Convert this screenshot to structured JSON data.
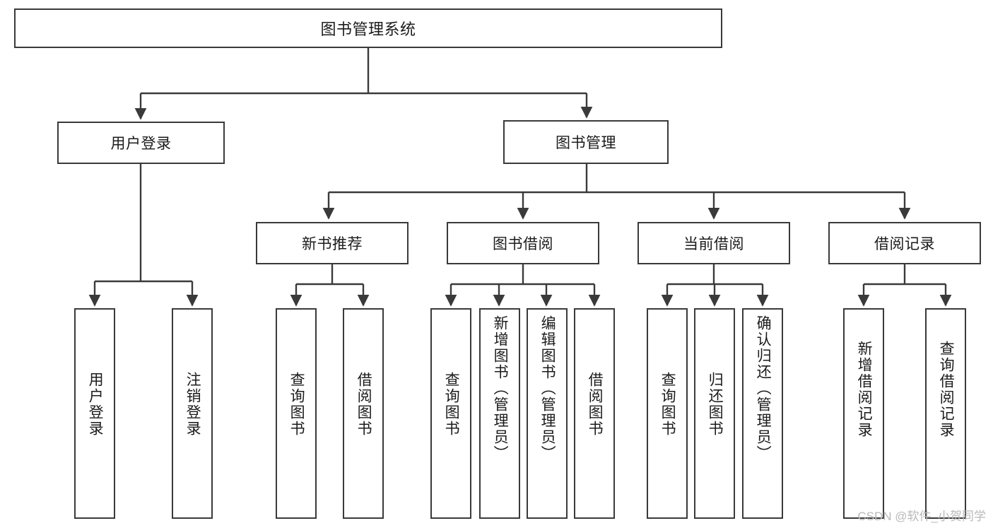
{
  "diagram": {
    "title": "图书管理系统",
    "type": "tree",
    "watermark": "CSDN @软件_小贺同学",
    "colors": {
      "stroke": "#3a3a3a",
      "fill": "#ffffff",
      "text": "#1b1b1b",
      "watermark": "#b9b9b9",
      "background": "#ffffff"
    }
  },
  "nodes": {
    "root": {
      "label": "图书管理系统",
      "level": 0,
      "orientation": "horizontal"
    },
    "user_login": {
      "label": "用户登录",
      "level": 1,
      "orientation": "horizontal"
    },
    "book_manage": {
      "label": "图书管理",
      "level": 1,
      "orientation": "horizontal"
    },
    "new_book_rec": {
      "label": "新书推荐",
      "level": 2,
      "orientation": "horizontal"
    },
    "book_borrow": {
      "label": "图书借阅",
      "level": 2,
      "orientation": "horizontal"
    },
    "current_borrow": {
      "label": "当前借阅",
      "level": 2,
      "orientation": "horizontal"
    },
    "borrow_record": {
      "label": "借阅记录",
      "level": 2,
      "orientation": "horizontal"
    },
    "leaf_user_login": {
      "label": "用户登录",
      "level": 2,
      "orientation": "vertical"
    },
    "leaf_logout": {
      "label": "注销登录",
      "level": 2,
      "orientation": "vertical"
    },
    "leaf_rec_query_book": {
      "label": "查询图书",
      "level": 3,
      "orientation": "vertical"
    },
    "leaf_rec_borrow_book": {
      "label": "借阅图书",
      "level": 3,
      "orientation": "vertical"
    },
    "leaf_bb_query_book": {
      "label": "查询图书",
      "level": 3,
      "orientation": "vertical"
    },
    "leaf_bb_add_book": {
      "label": "新增图书（管理员）",
      "level": 3,
      "orientation": "vertical"
    },
    "leaf_bb_edit_book": {
      "label": "编辑图书（管理员）",
      "level": 3,
      "orientation": "vertical"
    },
    "leaf_bb_borrow_book": {
      "label": "借阅图书",
      "level": 3,
      "orientation": "vertical"
    },
    "leaf_cb_query_book": {
      "label": "查询图书",
      "level": 3,
      "orientation": "vertical"
    },
    "leaf_cb_return_book": {
      "label": "归还图书",
      "level": 3,
      "orientation": "vertical"
    },
    "leaf_cb_confirm_return": {
      "label": "确认归还（管理员）",
      "level": 3,
      "orientation": "vertical"
    },
    "leaf_br_add_record": {
      "label": "新增借阅记录",
      "level": 3,
      "orientation": "vertical"
    },
    "leaf_br_query_record": {
      "label": "查询借阅记录",
      "level": 3,
      "orientation": "vertical"
    }
  },
  "edges": [
    {
      "from": "root",
      "to": "user_login"
    },
    {
      "from": "root",
      "to": "book_manage"
    },
    {
      "from": "user_login",
      "to": "leaf_user_login"
    },
    {
      "from": "user_login",
      "to": "leaf_logout"
    },
    {
      "from": "book_manage",
      "to": "new_book_rec"
    },
    {
      "from": "book_manage",
      "to": "book_borrow"
    },
    {
      "from": "book_manage",
      "to": "current_borrow"
    },
    {
      "from": "book_manage",
      "to": "borrow_record"
    },
    {
      "from": "new_book_rec",
      "to": "leaf_rec_query_book"
    },
    {
      "from": "new_book_rec",
      "to": "leaf_rec_borrow_book"
    },
    {
      "from": "book_borrow",
      "to": "leaf_bb_query_book"
    },
    {
      "from": "book_borrow",
      "to": "leaf_bb_add_book"
    },
    {
      "from": "book_borrow",
      "to": "leaf_bb_edit_book"
    },
    {
      "from": "book_borrow",
      "to": "leaf_bb_borrow_book"
    },
    {
      "from": "current_borrow",
      "to": "leaf_cb_query_book"
    },
    {
      "from": "current_borrow",
      "to": "leaf_cb_return_book"
    },
    {
      "from": "current_borrow",
      "to": "leaf_cb_confirm_return"
    },
    {
      "from": "borrow_record",
      "to": "leaf_br_add_record"
    },
    {
      "from": "borrow_record",
      "to": "leaf_br_query_record"
    }
  ]
}
